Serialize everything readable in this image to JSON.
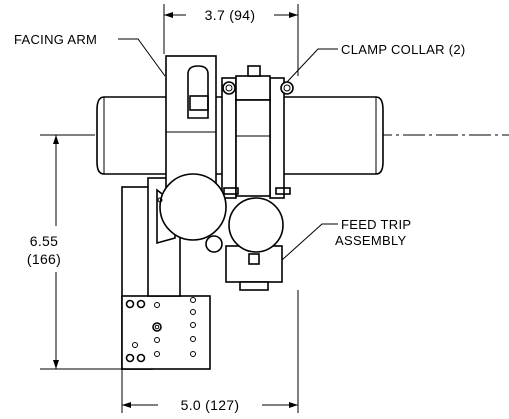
{
  "labels": {
    "facing_arm": "FACING ARM",
    "clamp_collar": "CLAMP COLLAR (2)",
    "feed_trip_line1": "FEED TRIP",
    "feed_trip_line2": "ASSEMBLY"
  },
  "dimensions": {
    "top_width": "3.7 (94)",
    "height_in": "6.55",
    "height_mm": "(166)",
    "bottom_width": "5.0 (127)"
  }
}
